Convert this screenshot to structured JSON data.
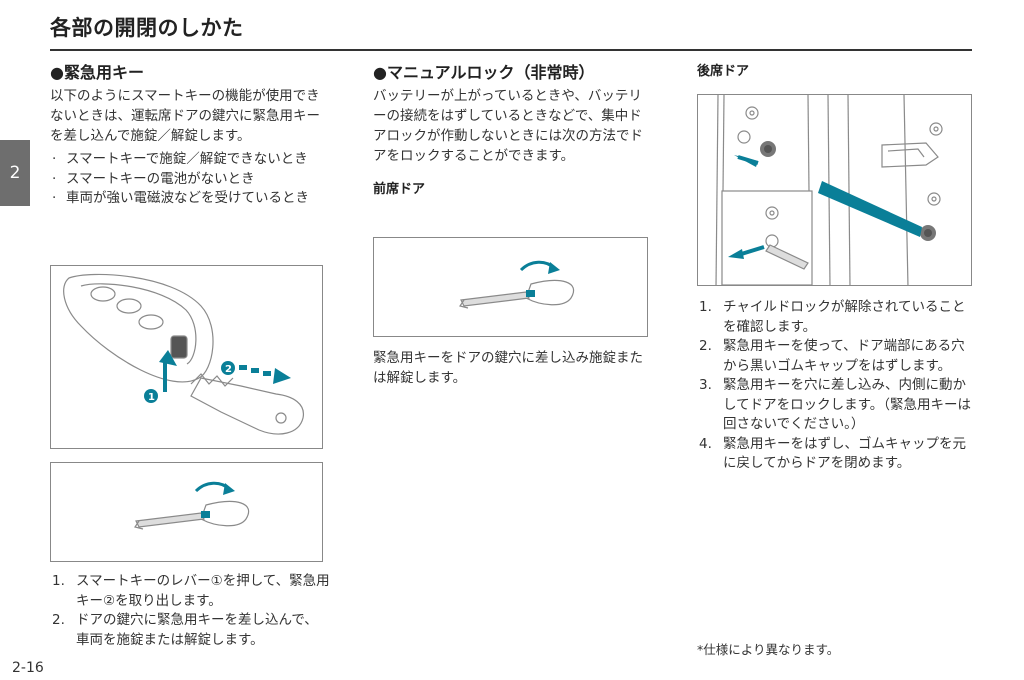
{
  "page": {
    "title": "各部の開閉のしかた",
    "chapter": "2",
    "page_number": "2-16"
  },
  "left": {
    "heading": "●緊急用キー",
    "intro": "以下のようにスマートキーの機能が使用できないときは、運転席ドアの鍵穴に緊急用キーを差し込んで施錠／解錠します。",
    "bullets": [
      "スマートキーで施錠／解錠できないとき",
      "スマートキーの電池がないとき",
      "車両が強い電磁波などを受けているとき"
    ],
    "steps": [
      {
        "num": "1.",
        "text": "スマートキーのレバー①を押して、緊急用キー②を取り出します。"
      },
      {
        "num": "2.",
        "text": "ドアの鍵穴に緊急用キーを差し込んで、車両を施錠または解錠します。"
      }
    ],
    "fig_callout_1": "1",
    "fig_callout_2": "2"
  },
  "middle": {
    "heading": "●マニュアルロック（非常時）",
    "intro": "バッテリーが上がっているときや、バッテリーの接続をはずしているときなどで、集中ドアロックが作動しないときには次の方法でドアをロックすることができます。",
    "subheading": "前席ドア",
    "caption": "緊急用キーをドアの鍵穴に差し込み施錠または解錠します。"
  },
  "right": {
    "subheading": "後席ドア",
    "steps": [
      {
        "num": "1.",
        "text": "チャイルドロックが解除されていることを確認します。"
      },
      {
        "num": "2.",
        "text": "緊急用キーを使って、ドア端部にある穴から黒いゴムキャップをはずします。"
      },
      {
        "num": "3.",
        "text": "緊急用キーを穴に差し込み、内側に動かしてドアをロックします。（緊急用キーは回さないでください。）"
      },
      {
        "num": "4.",
        "text": "緊急用キーをはずし、ゴムキャップを元に戻してからドアを閉めます。"
      }
    ],
    "footnote": "*仕様により異なります。"
  },
  "colors": {
    "accent": "#0a7f98",
    "tab": "#6e6e6e",
    "text": "#333333"
  }
}
